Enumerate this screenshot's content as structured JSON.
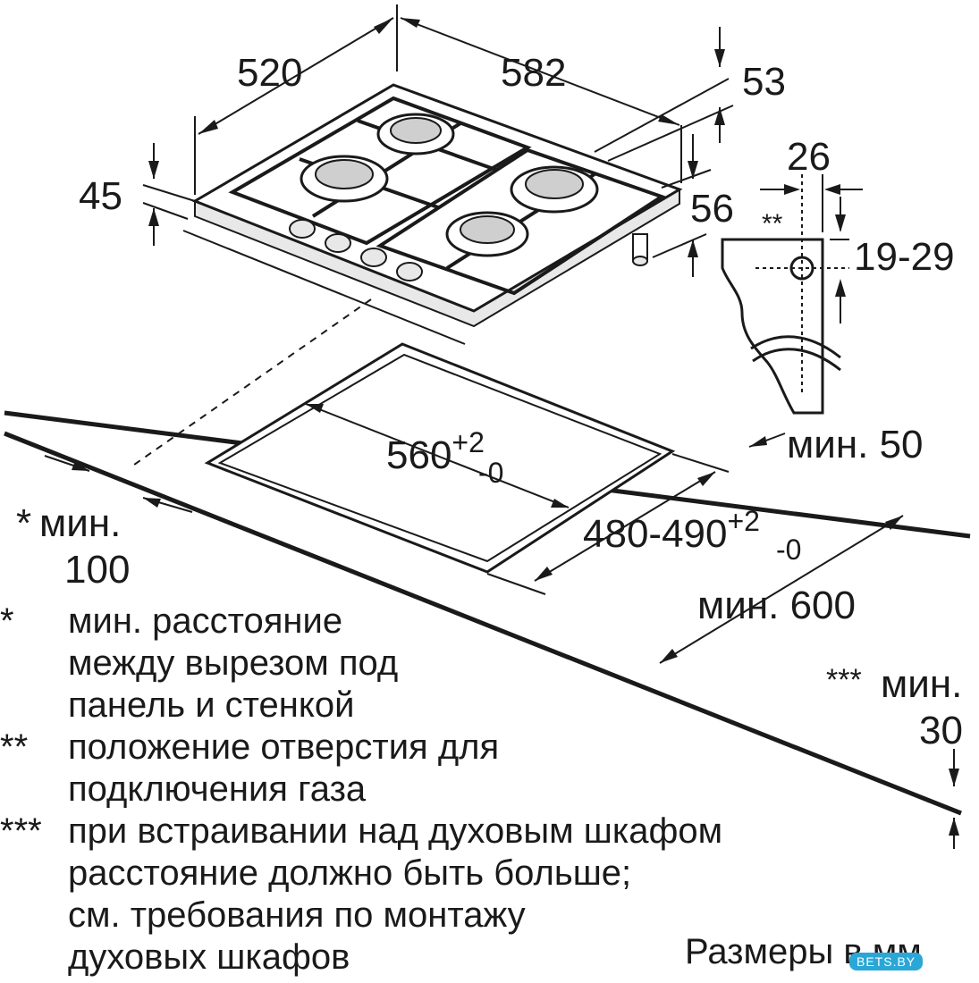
{
  "dimensions": {
    "width": "520",
    "depth": "582",
    "depth_right": "53",
    "height": "45",
    "leg": "56",
    "bracket_w": "26",
    "bracket_mark": "**",
    "gas_hole": "19-29",
    "min_wall": "мин. 50",
    "cutout_w_base": "560",
    "cutout_w_plus": "+2",
    "cutout_w_minus": "-0",
    "cutout_d_base": "480-490",
    "cutout_d_plus": "+2",
    "cutout_d_minus": "-0",
    "left_mark": "*",
    "left_min": "мин.",
    "left_min_value": "100",
    "min_depth": "мин. 600",
    "bottom_mark": "***",
    "bottom_min": "мин.",
    "bottom_min_value": "30"
  },
  "notes": [
    {
      "mark": "*",
      "lines": [
        "мин. расстояние",
        "между вырезом под",
        "панель и стенкой"
      ]
    },
    {
      "mark": "**",
      "lines": [
        "положение отверстия для",
        "подключения газа"
      ]
    },
    {
      "mark": "***",
      "lines": [
        "при встраивании над духовым шкафом",
        "расстояние должно быть больше;",
        "см. требования по монтажу",
        "духовых шкафов"
      ]
    }
  ],
  "units": "Размеры в мм",
  "watermark": "BETS.BY"
}
